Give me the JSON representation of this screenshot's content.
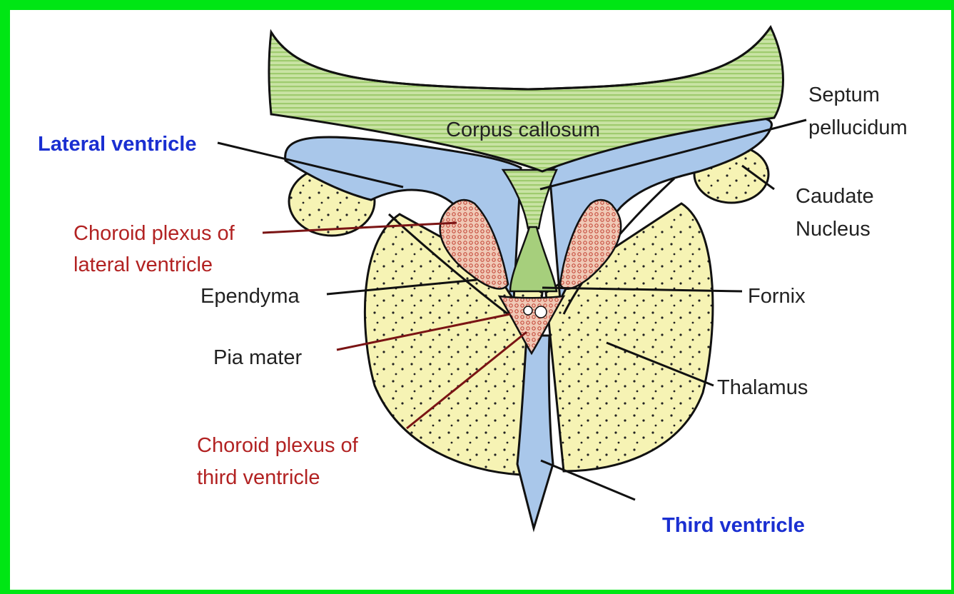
{
  "colors": {
    "frame": "#00e614",
    "corpus": "#b8d98c",
    "ventricle": "#a9c7ea",
    "thalamus": "#f6f3b4",
    "choroid": "#e6b29a",
    "fornix": "#a6cf7c",
    "label_dark": "#222222",
    "label_red": "#b22222",
    "label_blue": "#1a2fd1"
  },
  "labels": {
    "corpus_callosum": "Corpus callosum",
    "lateral_ventricle": "Lateral ventricle",
    "septum_line1": "Septum",
    "septum_line2": "pellucidum",
    "caudate_line1": "Caudate",
    "caudate_line2": "Nucleus",
    "choroid_lat_line1": "Choroid plexus of",
    "choroid_lat_line2": "lateral ventricle",
    "ependyma": "Ependyma",
    "fornix": "Fornix",
    "pia_mater": "Pia mater",
    "thalamus": "Thalamus",
    "choroid_third_line1": "Choroid plexus of",
    "choroid_third_line2": "third ventricle",
    "third_ventricle": "Third ventricle"
  }
}
